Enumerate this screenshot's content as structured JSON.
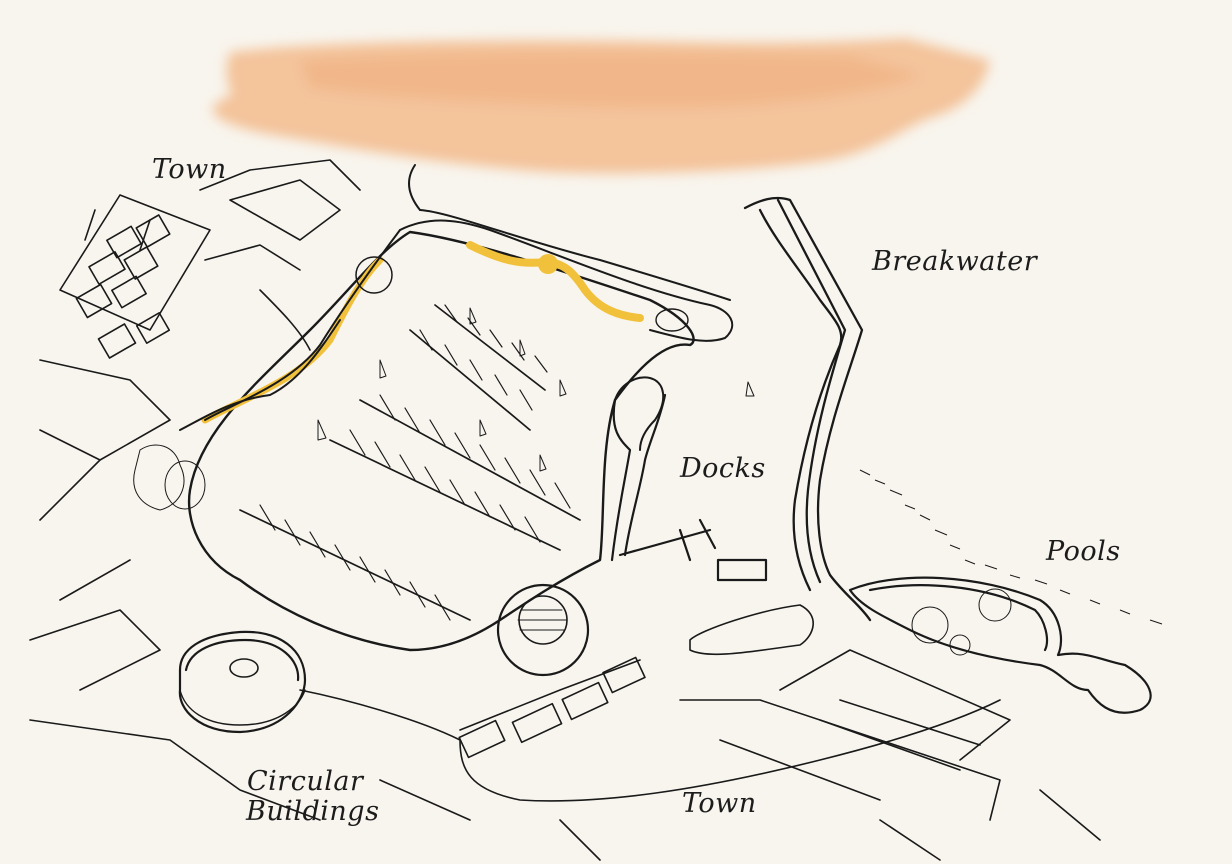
{
  "labels": {
    "town_top": "Town",
    "breakwater": "Breakwater",
    "docks": "Docks",
    "pools": "Pools",
    "circular_line1": "Circular",
    "circular_line2": "Buildings",
    "town_bottom": "Town"
  },
  "colors": {
    "paper": "#f8f5ee",
    "ink": "#1a1a1a",
    "wash": "#f3b887",
    "highlight": "#f2c13c"
  }
}
